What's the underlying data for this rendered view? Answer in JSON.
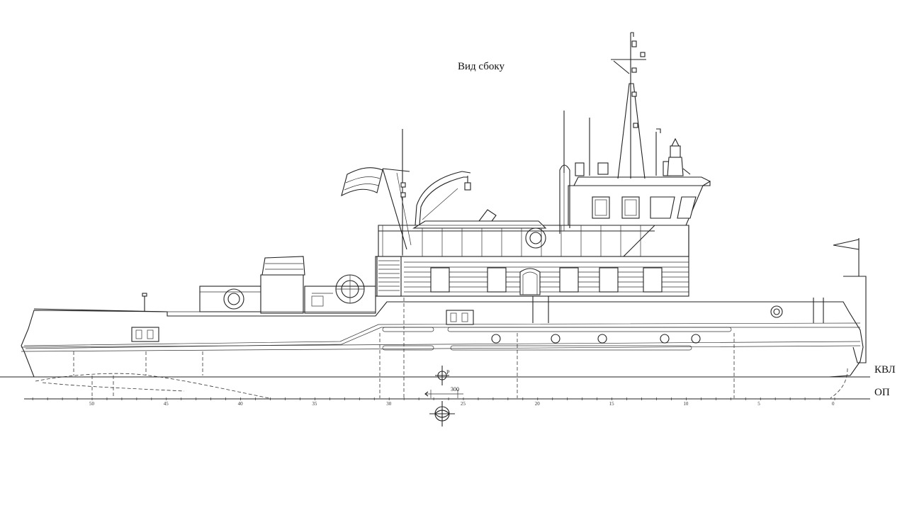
{
  "title": "Вид сбоку",
  "waterlines": {
    "kvl": "КВЛ",
    "op": "ОП"
  },
  "dimension": {
    "value": "300",
    "marker": "Р"
  },
  "frame_numbers": [
    "50",
    "45",
    "40",
    "35",
    "30",
    "25",
    "20",
    "15",
    "10",
    "5",
    "0"
  ]
}
